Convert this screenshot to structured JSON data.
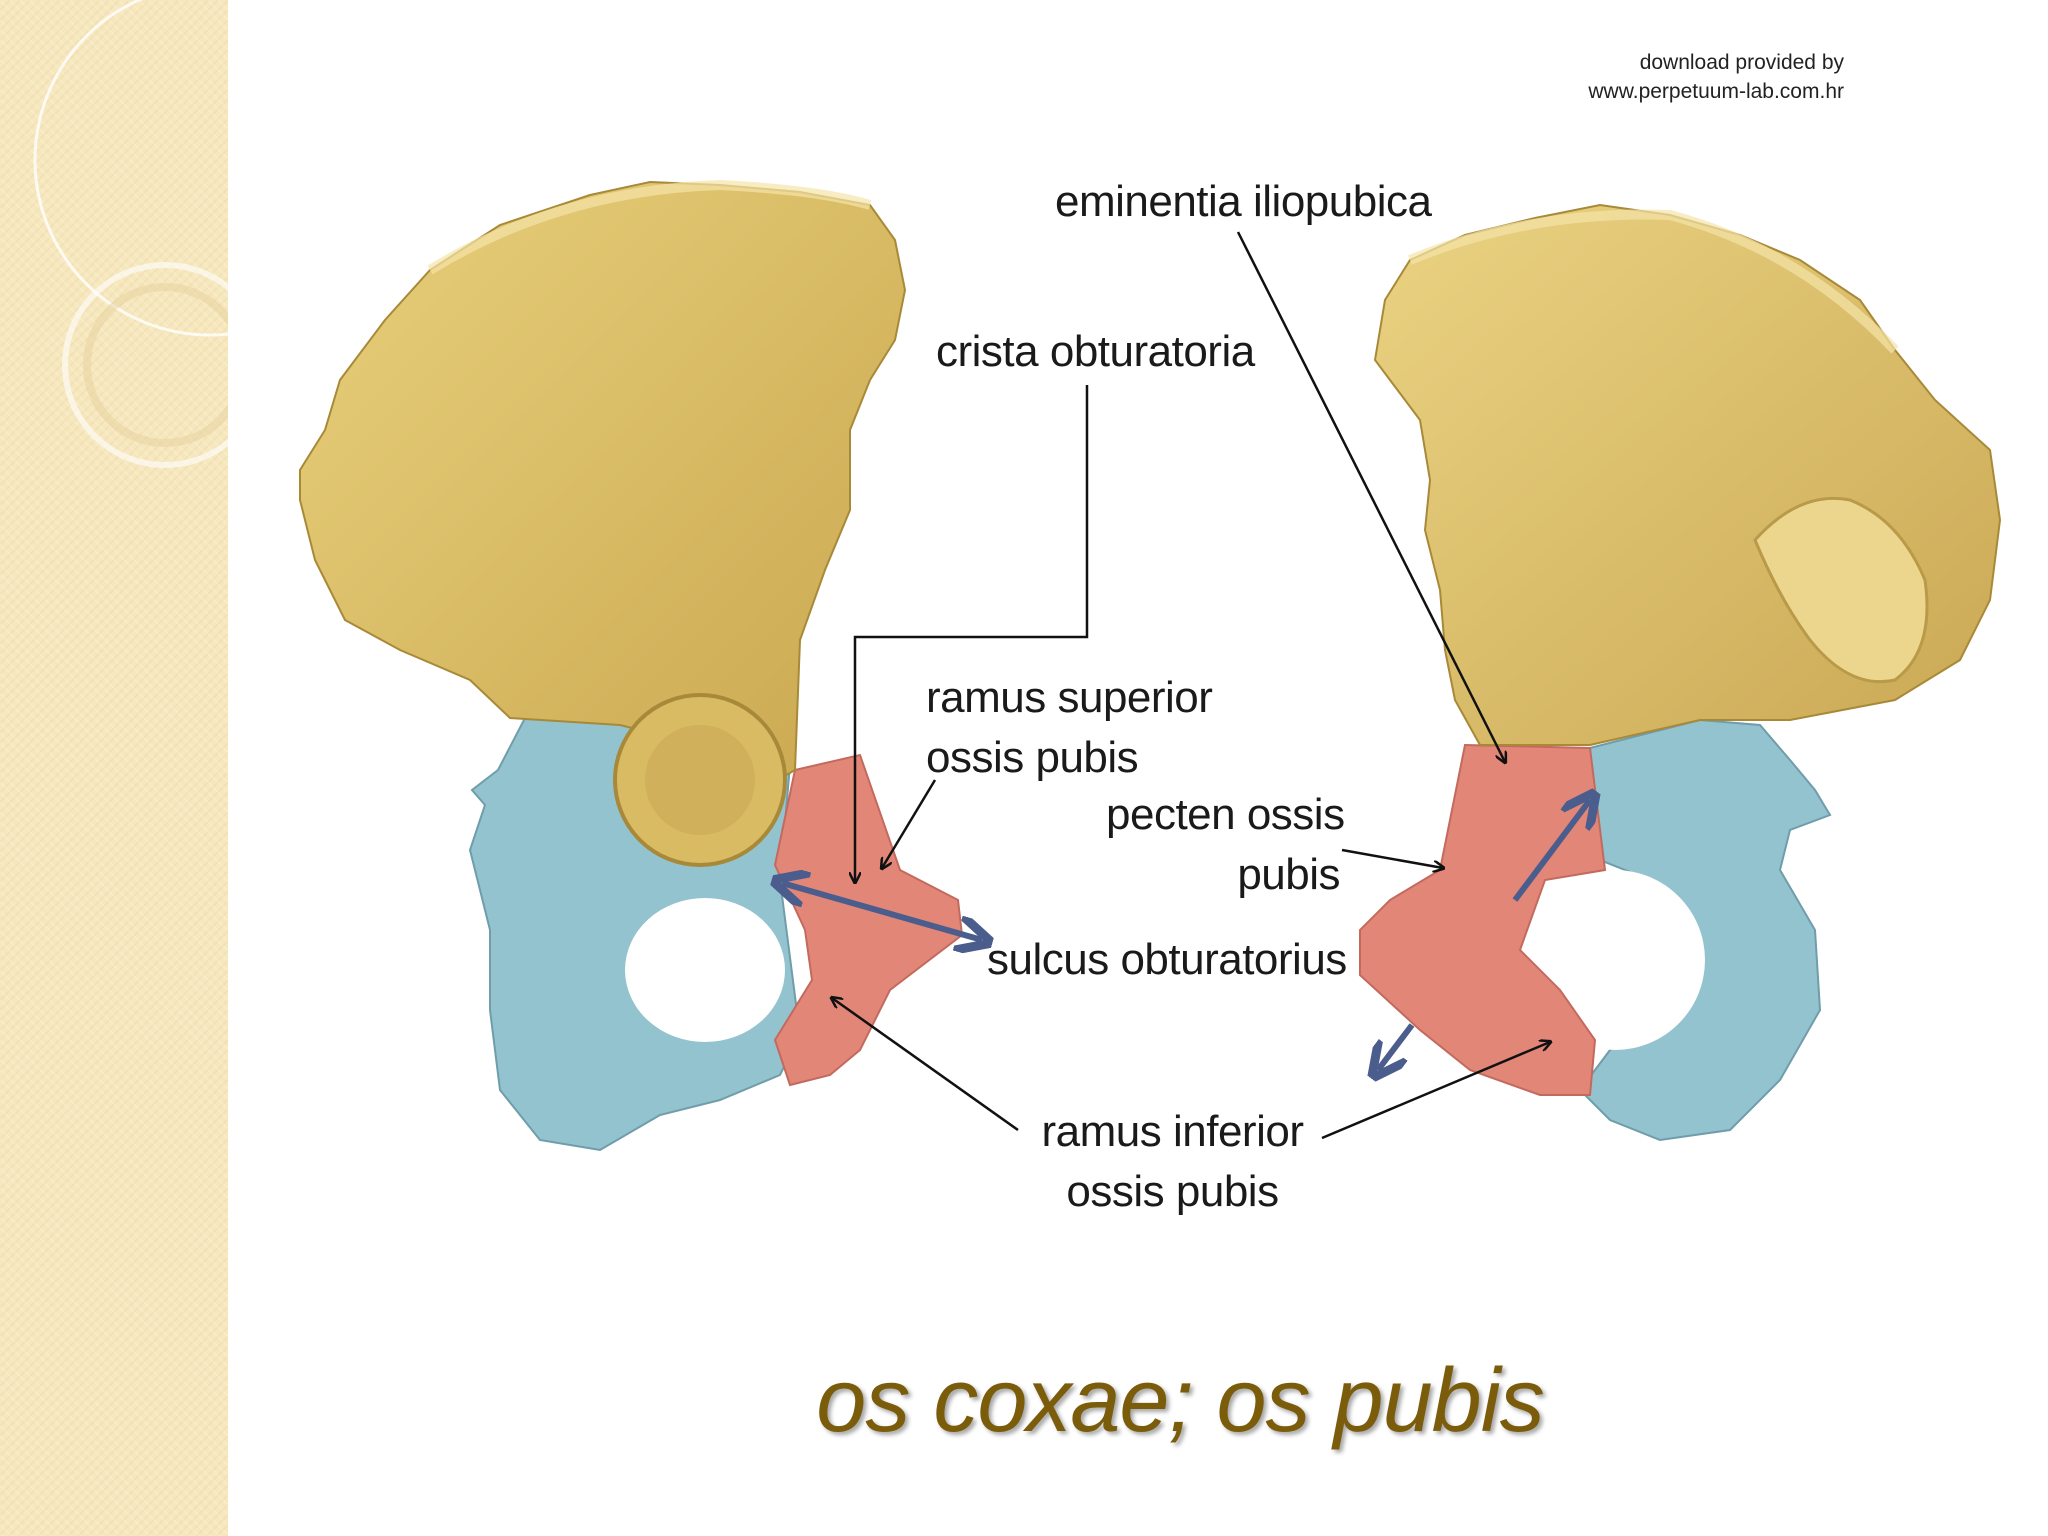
{
  "watermark": {
    "line1": "download provided by",
    "line2": "www.perpetuum-lab.com.hr"
  },
  "labels": {
    "eminentia_iliopubica": "eminentia iliopubica",
    "crista_obturatoria": "crista obturatoria",
    "ramus_superior_line1": "ramus superior",
    "ramus_superior_line2": "ossis pubis",
    "pecten_line1": "pecten ossis",
    "pecten_line2": "pubis",
    "sulcus_obturatorius": "sulcus obturatorius",
    "ramus_inferior_line1": "ramus inferior",
    "ramus_inferior_line2": "ossis pubis"
  },
  "title": "os coxae; os pubis",
  "colors": {
    "ilium": "#dcc06a",
    "ischium": "#93c3cf",
    "pubis": "#e28678",
    "arrow_blue": "#4a5d8c",
    "title": "#7a5c0b",
    "sidebar": "#f6e7bd"
  }
}
